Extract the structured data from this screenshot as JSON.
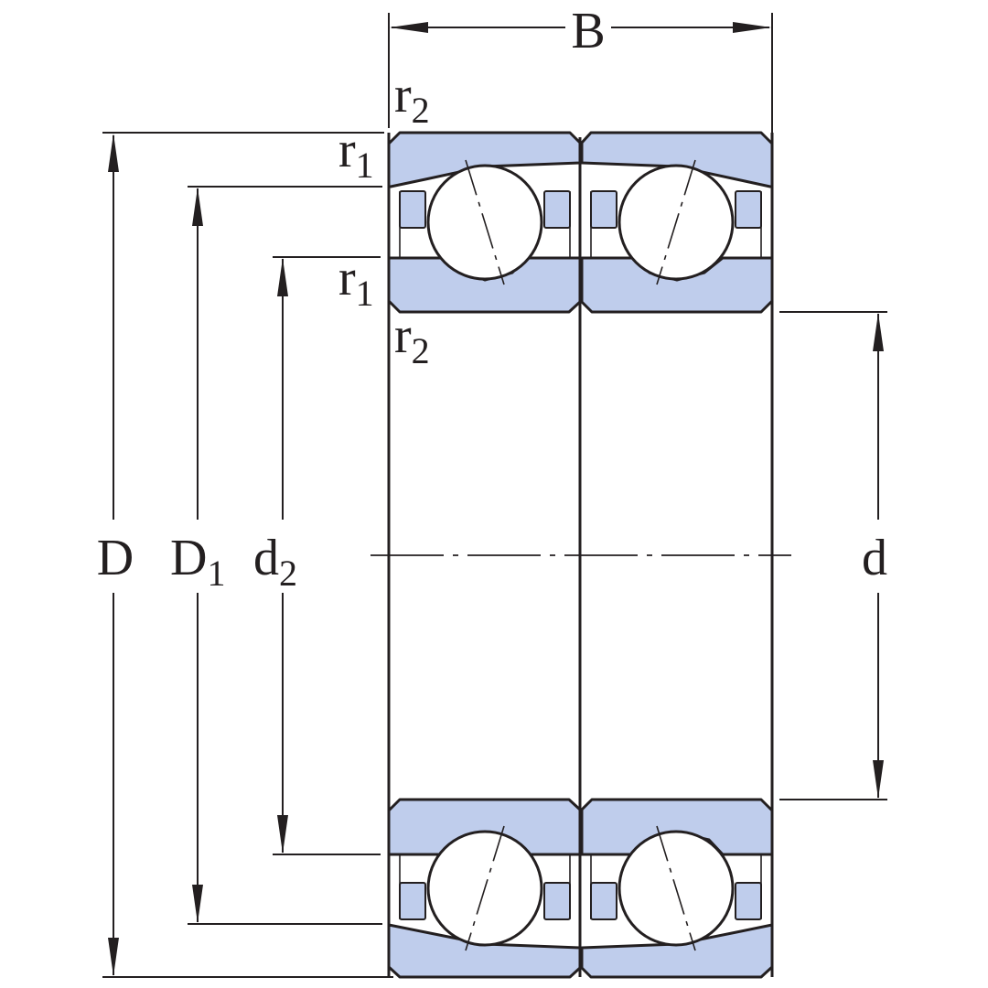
{
  "labels": {
    "B": "B",
    "D": "D",
    "D1_main": "D",
    "D1_sub": "1",
    "d2_main": "d",
    "d2_sub": "2",
    "d": "d",
    "r1": "r",
    "r1_sub": "1",
    "r2": "r",
    "r2_sub": "2"
  },
  "colors": {
    "ring_fill": "#bfcdec",
    "line": "#231f20",
    "background": "#ffffff"
  }
}
